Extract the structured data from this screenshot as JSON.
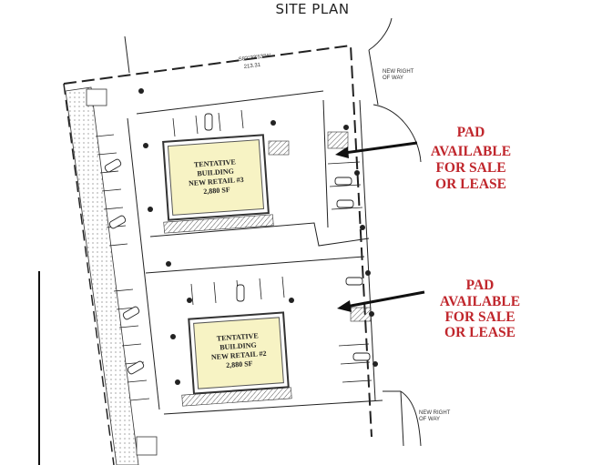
{
  "title": "SITE PLAN",
  "boundary": {
    "bearing": "S82°33'53\"W",
    "distance": "213.31"
  },
  "row_labels": {
    "top_right": "NEW RIGHT",
    "top_right_2": "OF WAY",
    "bottom_right": "NEW RIGHT",
    "bottom_right_2": "OF WAY"
  },
  "buildings": [
    {
      "lines": [
        "TENTATIVE",
        "BUILDING",
        "NEW RETAIL #3",
        "2,880 SF"
      ],
      "fill": "#f7f3c4"
    },
    {
      "lines": [
        "TENTATIVE",
        "BUILDING",
        "NEW RETAIL #2",
        "2,880 SF"
      ],
      "fill": "#f7f3c4"
    }
  ],
  "callouts": [
    {
      "lines": [
        "PAD",
        "AVAILABLE",
        "FOR SALE",
        "OR LEASE"
      ]
    },
    {
      "lines": [
        "PAD",
        "AVAILABLE",
        "FOR SALE",
        "OR LEASE"
      ]
    }
  ],
  "accent_color": "#c0262c"
}
